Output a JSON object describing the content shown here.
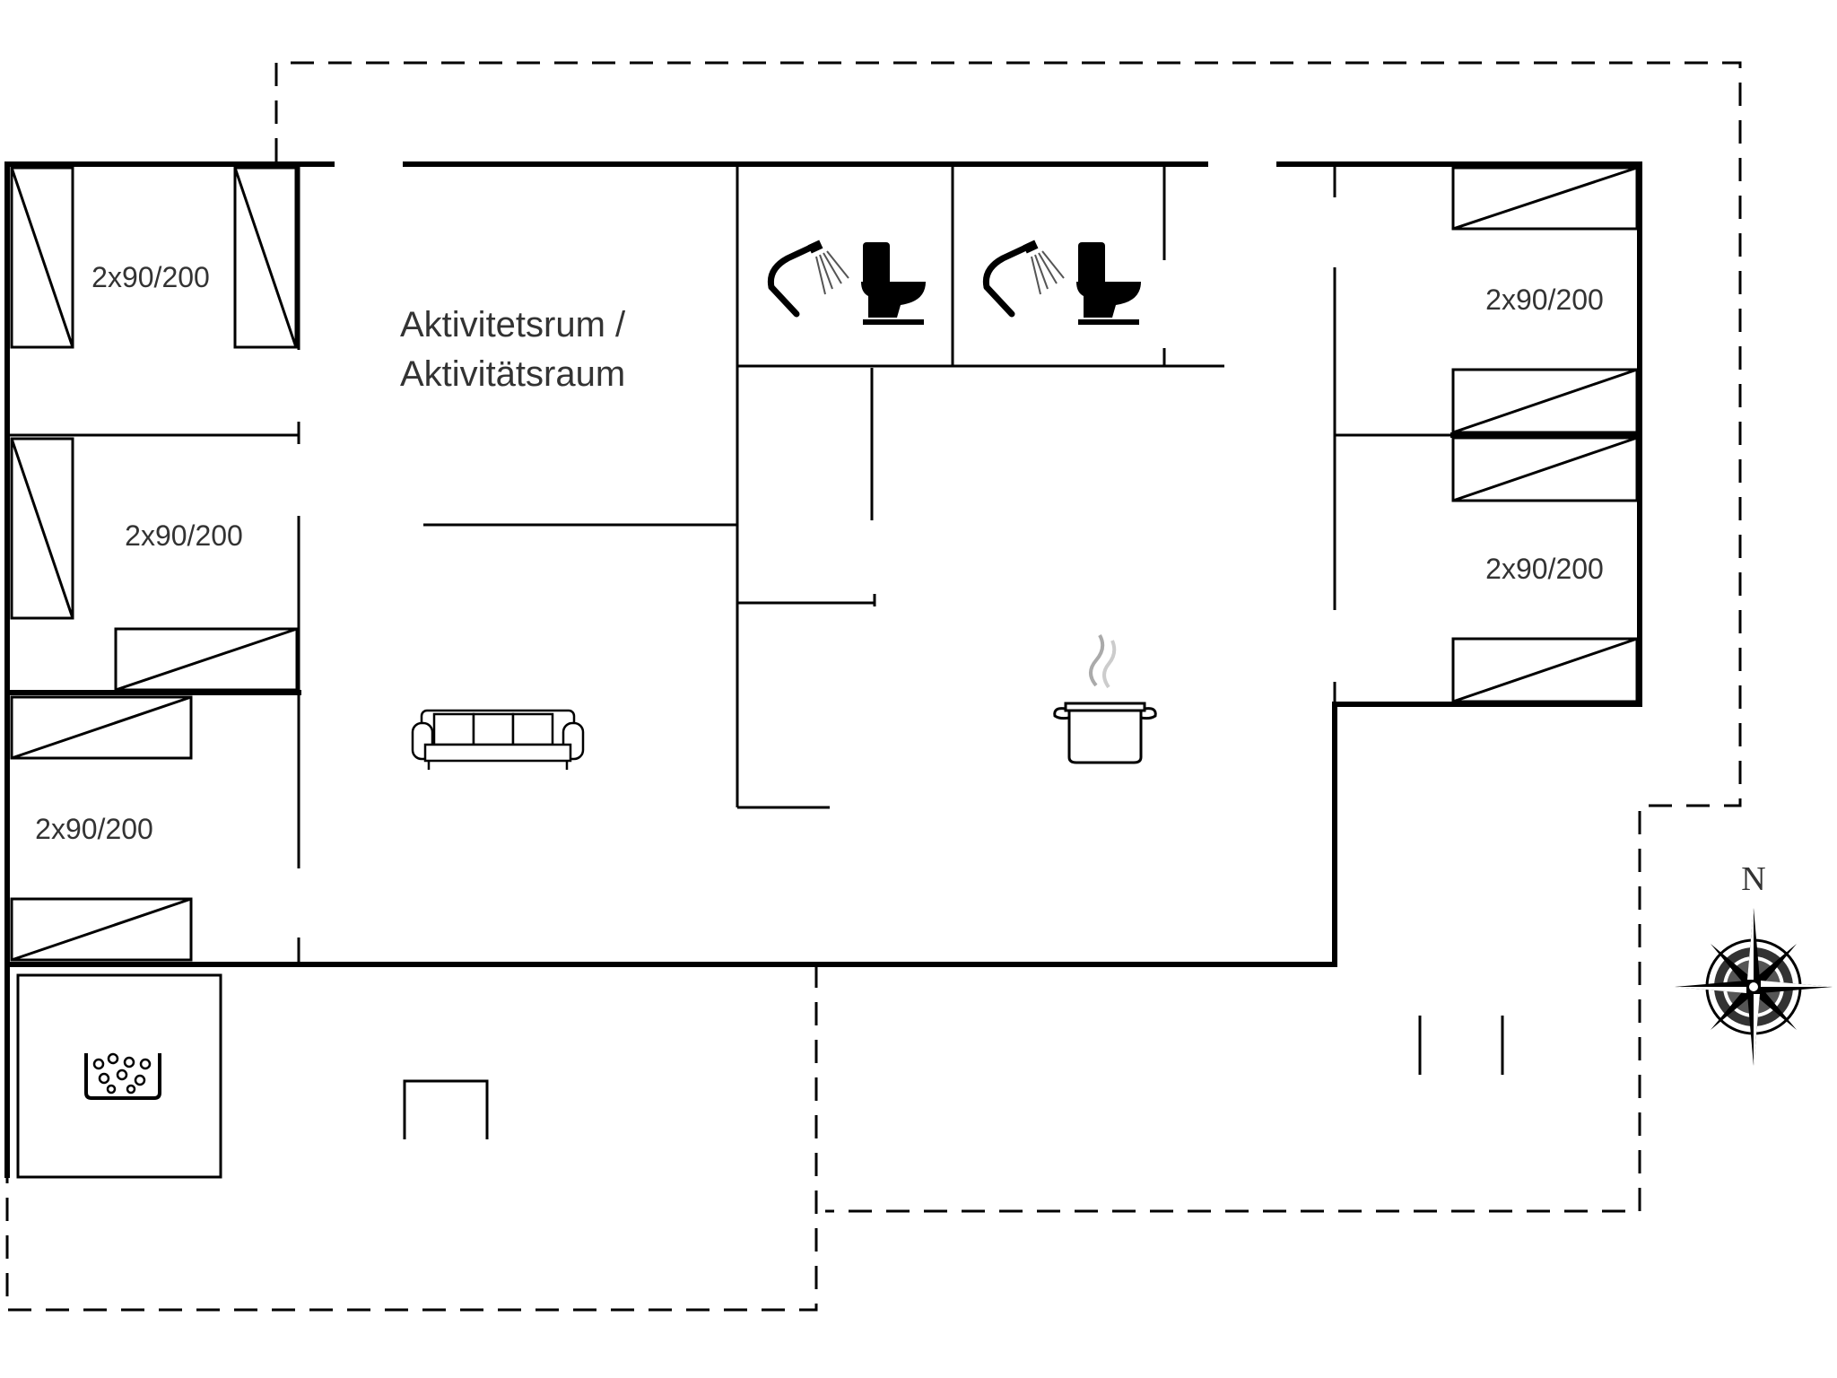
{
  "rooms": {
    "bedroom_nw": "2x90/200",
    "bedroom_w": "2x90/200",
    "bedroom_sw": "2x90/200",
    "bedroom_ne": "2x90/200",
    "bedroom_e": "2x90/200",
    "activity_room": {
      "line1": "Aktivitetsrum /",
      "line2": "Aktivitätsraum"
    }
  },
  "compass": {
    "north_label": "N"
  },
  "icons": [
    "shower-icon",
    "toilet-icon",
    "sofa-icon",
    "cooking-pot-icon",
    "hot-tub-icon",
    "compass-rose-icon"
  ]
}
